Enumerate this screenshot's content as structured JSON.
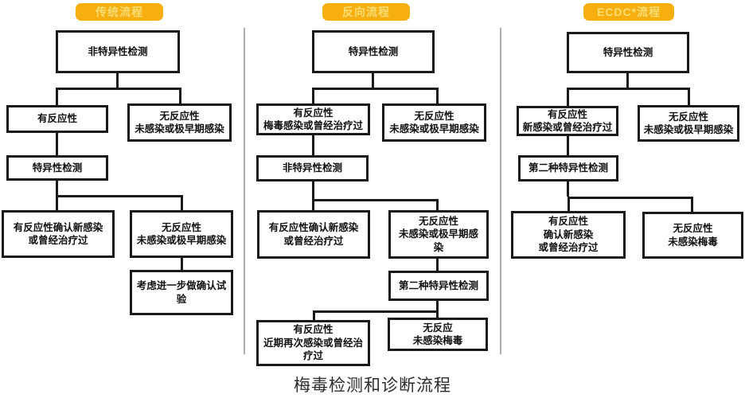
{
  "diagram_title": "梅毒检测和诊断流程",
  "colors": {
    "badge_bg": "#F6AF0E",
    "badge_text": "#FBDC74",
    "box_border": "#1a1a1a",
    "divider": "#adadad"
  },
  "columns": [
    {
      "header": "传统流程",
      "boxes": {
        "b1": "非特异性检测",
        "b2": "有反应性",
        "b3": "无反应性\n未感染或极早期感染",
        "b4": "特异性检测",
        "b5": "有反应性确认新感染\n或曾经治疗过",
        "b6": "无反应性\n未感染或极早期感染",
        "b7": "考虑进一步做确认试\n验"
      }
    },
    {
      "header": "反向流程",
      "boxes": {
        "b1": "特异性检测",
        "b2": "有反应性\n梅毒感染或曾经治疗过",
        "b3": "无反应性\n未感染或极早期感染",
        "b4": "非特异性检测",
        "b5": "有反应性确认新感染\n或曾经治疗过",
        "b6": "无反应性\n未感染或极早期感染",
        "b7": "第二种特异性检测",
        "b8": "有反应性\n近期再次感染或曾经治\n疗过",
        "b9": "无反应\n未感染梅毒"
      }
    },
    {
      "header": "ECDC*流程",
      "boxes": {
        "b1": "特异性检测",
        "b2": "有反应性\n新感染或曾经治疗过",
        "b3": "无反应性\n未感染或极早期感染",
        "b4": "第二种特异性检测",
        "b5": "有反应性\n确认新感染\n或曾经治疗过",
        "b6": "无反应性\n未感染梅毒"
      }
    }
  ]
}
